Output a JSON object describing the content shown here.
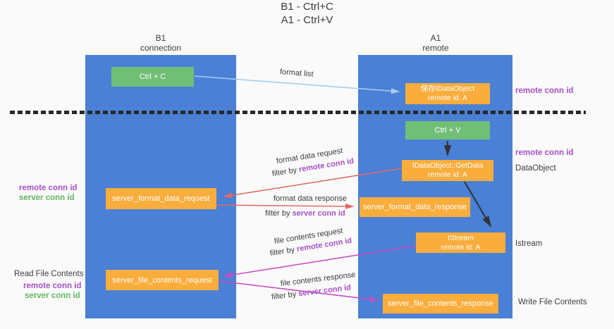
{
  "page": {
    "title_line1": "B1 - Ctrl+C",
    "title_line2": "A1 - Ctrl+V"
  },
  "lanes": {
    "left": {
      "title": "B1",
      "subtitle": "connection"
    },
    "right": {
      "title": "A1",
      "subtitle": "remote"
    }
  },
  "boxes": {
    "ctrl_c": {
      "label": "Ctrl + C"
    },
    "save_dataobject": {
      "line1": "保存IDataObject",
      "line2": "remote id: A"
    },
    "ctrl_v": {
      "label": "Ctrl + V"
    },
    "getdata": {
      "line1": "IDataObject::GetData",
      "line2": "remote id: A"
    },
    "server_format_data_request": {
      "label": "server_format_data_request"
    },
    "server_format_data_response": {
      "label": "server_format_data_response"
    },
    "istream": {
      "line1": "IStream",
      "line2": "remote id: A"
    },
    "server_file_contents_request": {
      "label": "server_file_contents_request"
    },
    "server_file_contents_response": {
      "label": "server_file_contents_response"
    }
  },
  "flows": {
    "format_list": {
      "label": "format list"
    },
    "format_data_request": {
      "label": "format data request",
      "filter_prefix": "filter by ",
      "filter_key": "remote conn id"
    },
    "format_data_response": {
      "label": "format data response",
      "filter_prefix": "filter by ",
      "filter_key": "server conn id"
    },
    "file_contents_request": {
      "label": "file contents request",
      "filter_prefix": "filter by ",
      "filter_key": "remote conn id"
    },
    "file_contents_response": {
      "label": "file contents response",
      "filter_prefix": "filter by ",
      "filter_key": "server conn id"
    }
  },
  "annotations": {
    "left": [
      {
        "text": "remote conn id"
      },
      {
        "text": "server conn id"
      },
      {
        "text": "Read File Contents"
      },
      {
        "text": "remote conn id"
      },
      {
        "text": "server conn id"
      }
    ],
    "right": [
      {
        "text": "remote conn id"
      },
      {
        "text": "remote conn id"
      },
      {
        "text": "DataObject"
      },
      {
        "text": "Istream"
      },
      {
        "text": "Write File Contents"
      }
    ]
  },
  "colors": {
    "lane_blue": "#4a80d5",
    "box_green": "#71be77",
    "box_orange": "#f9ad3c",
    "arrow_light_blue": "#a3cfed",
    "arrow_black": "#333333",
    "arrow_red": "#e26b66",
    "arrow_magenta": "#c74ec4",
    "text_purple": "#a650c8",
    "text_green": "#61b861"
  }
}
